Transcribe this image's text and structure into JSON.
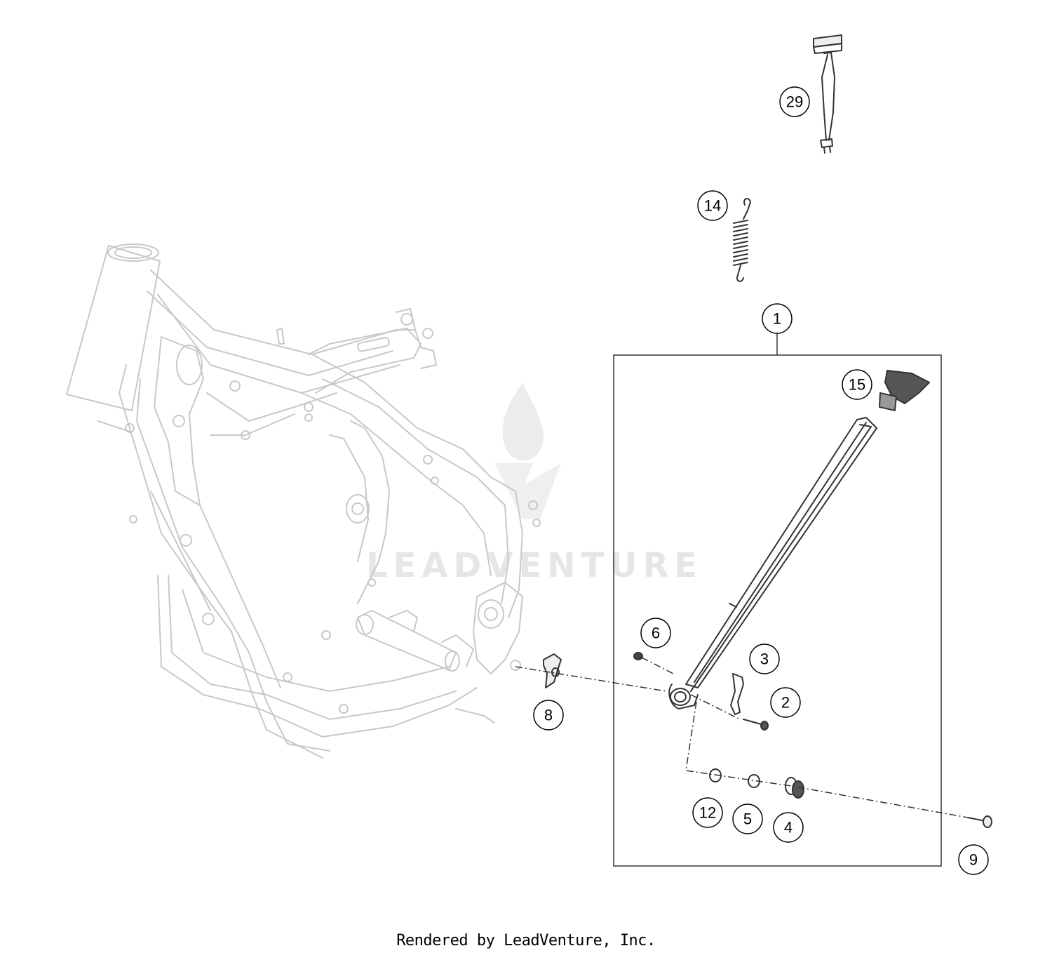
{
  "watermark": {
    "text": "LEADVENTURE"
  },
  "footer": {
    "text": "Rendered by LeadVenture, Inc."
  },
  "callouts": {
    "c1": "1",
    "c2": "2",
    "c3": "3",
    "c4": "4",
    "c5": "5",
    "c6": "6",
    "c8": "8",
    "c9": "9",
    "c12": "12",
    "c14": "14",
    "c15": "15",
    "c29": "29"
  },
  "colors": {
    "frame_line": "#c8c8c8",
    "part_line": "#333333",
    "watermark": "#e6e6e6"
  }
}
